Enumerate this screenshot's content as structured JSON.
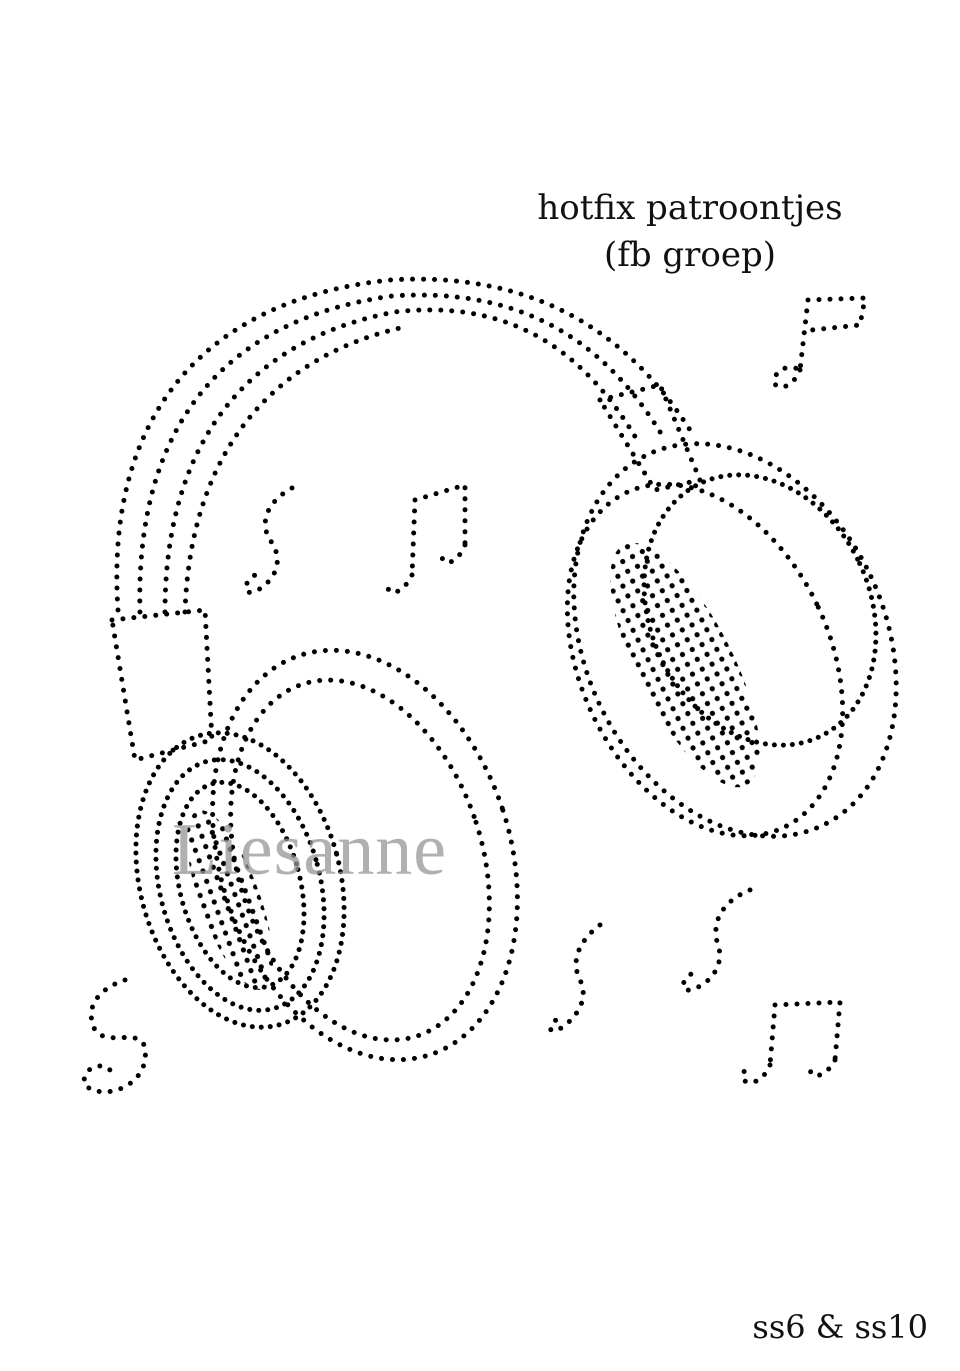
{
  "caption": {
    "line1": "hotfix patroontjes",
    "line2": "(fb groep)"
  },
  "watermark": "Liesanne",
  "stone_sizes": "ss6 & ss10",
  "colors": {
    "dots": "#000000",
    "watermark": "#969696",
    "background": "#ffffff"
  }
}
